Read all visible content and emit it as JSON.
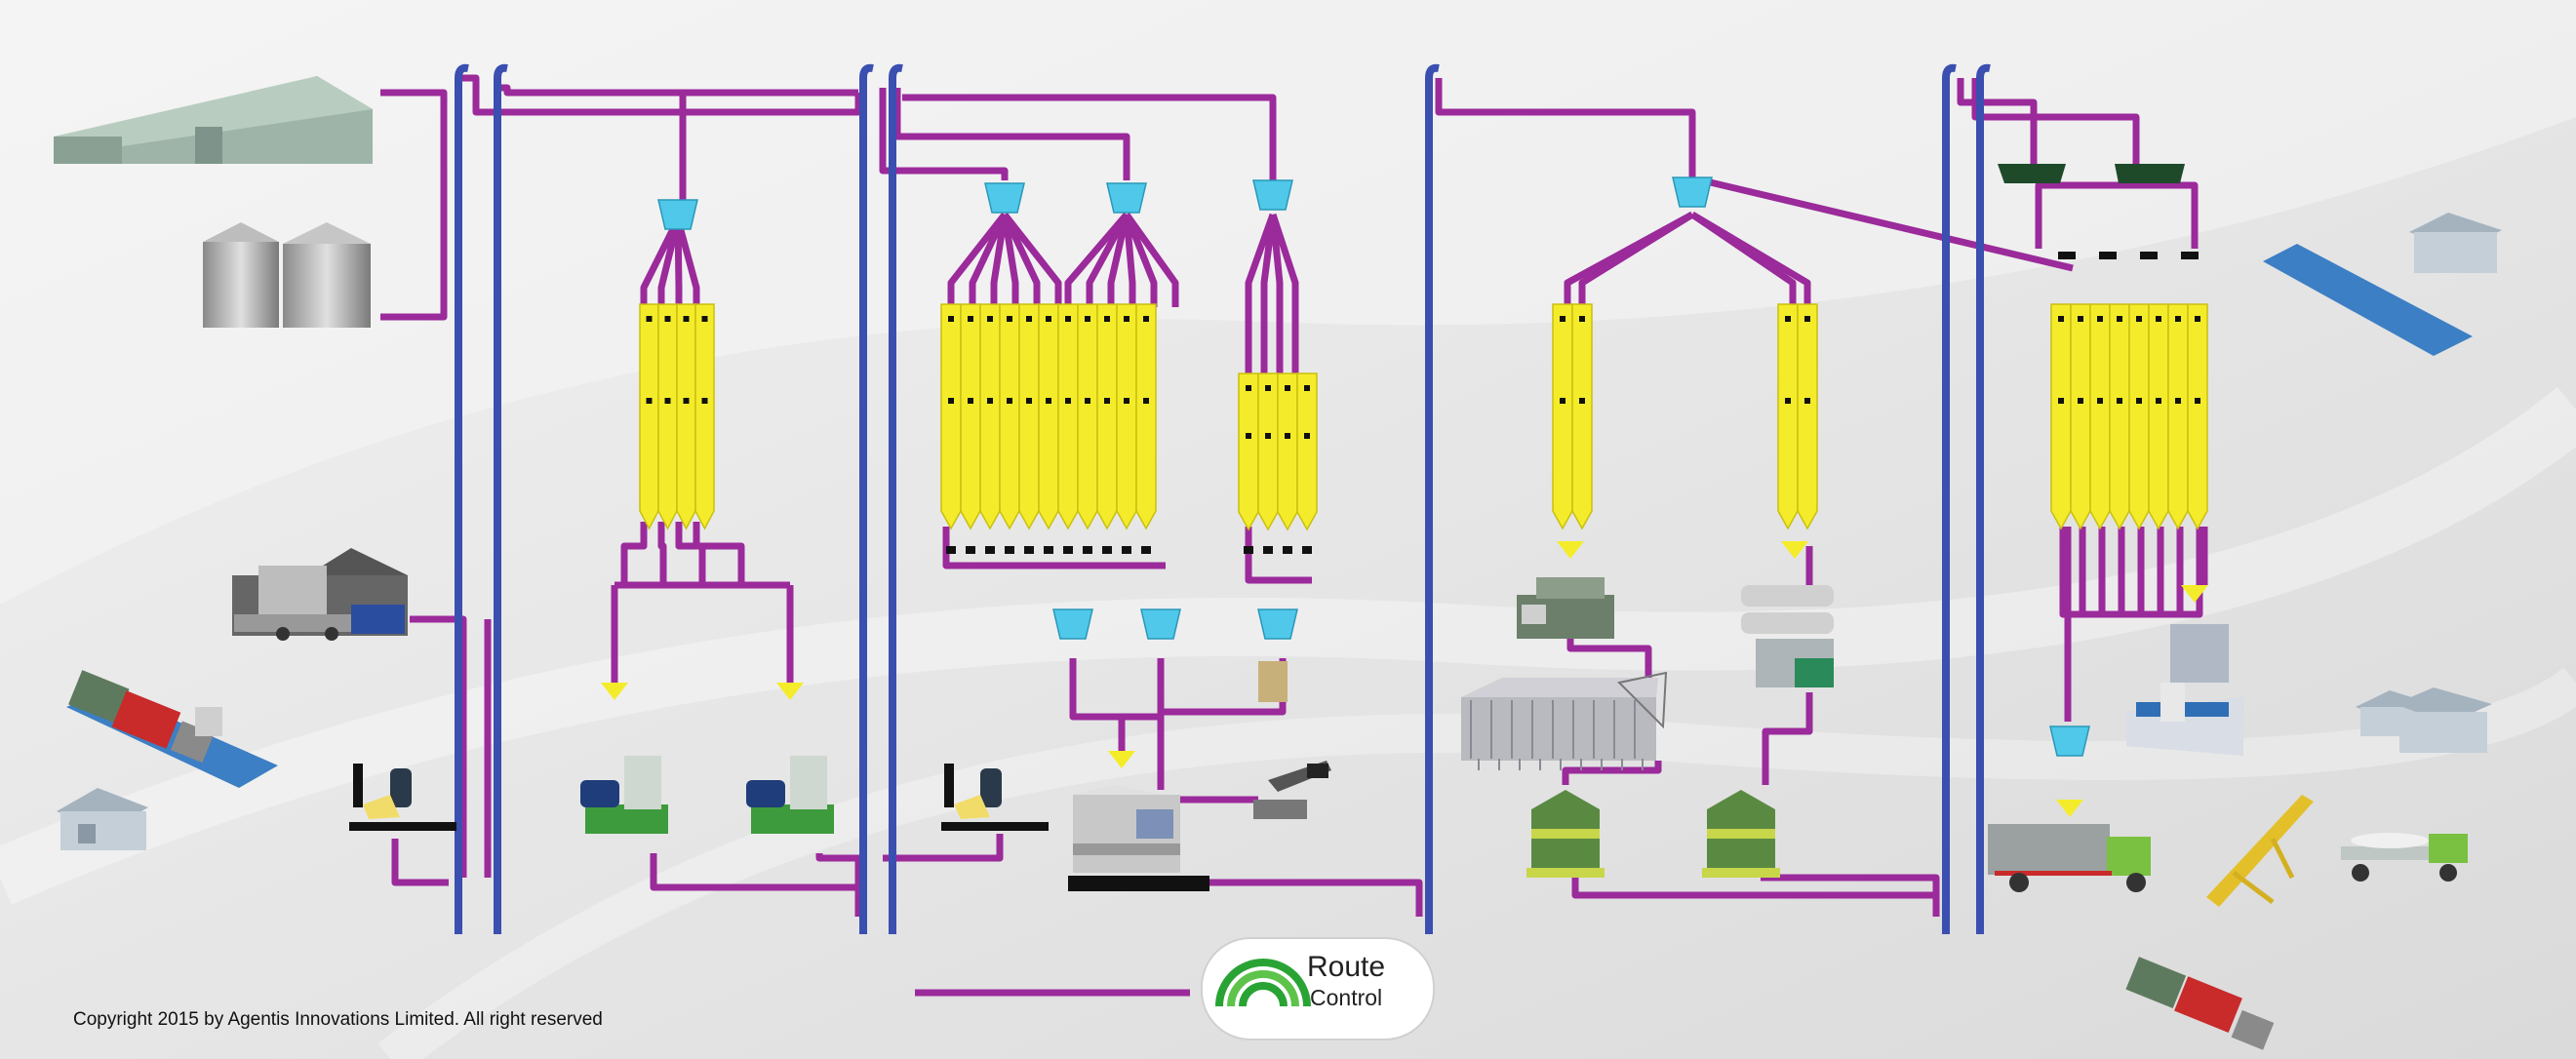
{
  "copyright": "Copyright 2015 by Agentis Innovations Limited. All right reserved",
  "logo": {
    "line1": "Route",
    "line2": "Control"
  },
  "colors": {
    "route_pipe": "#9b2a9b",
    "return_pipe": "#3a4fb0",
    "silo_bin": "#f4ec2a",
    "hopper": "#4fc8ea",
    "logo_green": "#2aa335"
  },
  "stations": [
    "warehouse-icon",
    "grain-silos-icon",
    "truck-unloading-icon",
    "weighbridge-truck-icon",
    "gatehouse-icon",
    "hand-intake-icon",
    "hammer-mill-icon",
    "mixer-icon",
    "micro-dosing-scale-icon",
    "pellet-mill-icon",
    "dryer-icon",
    "cooler-icon",
    "bagging-machine-icon",
    "bulk-truck-icon",
    "conveyor-icon",
    "flatbed-truck-icon"
  ]
}
